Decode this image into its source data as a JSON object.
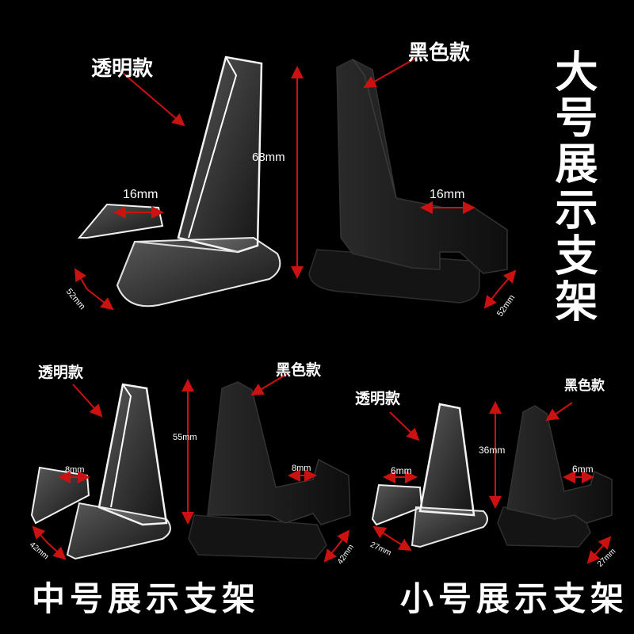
{
  "titles": {
    "large": "大号展示支架",
    "medium": "中号展示支架",
    "small": "小号展示支架"
  },
  "variants": {
    "clear": "透明款",
    "black": "黑色款"
  },
  "dimensions": {
    "large": {
      "height": "68mm",
      "slot_clear": "16mm",
      "slot_black": "16mm",
      "depth_clear": "52mm",
      "depth_black": "52mm"
    },
    "medium": {
      "height": "55mm",
      "slot_clear": "8mm",
      "slot_black": "8mm",
      "depth_clear": "42mm",
      "depth_black": "42mm"
    },
    "small": {
      "height": "36mm",
      "slot_clear": "6mm",
      "slot_black": "6mm",
      "depth_clear": "27mm",
      "depth_black": "27mm"
    }
  },
  "colors": {
    "background": "#000000",
    "text": "#ffffff",
    "arrow": "#cc1111",
    "clear_stand_edge": "#e8e8e8",
    "black_stand": "#1a1a1a"
  }
}
